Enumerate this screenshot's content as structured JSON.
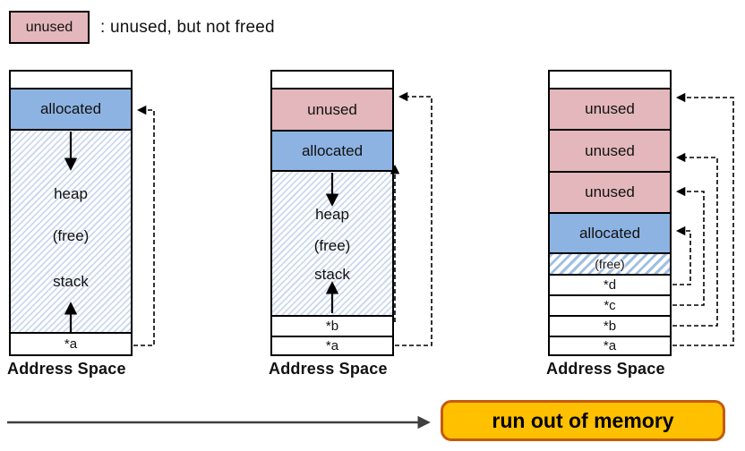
{
  "legend": {
    "swatch_label": "unused",
    "description": ": unused, but not freed"
  },
  "columns": [
    {
      "title": "Address Space",
      "allocated_label": "allocated",
      "heap_label": "heap",
      "free_label": "(free)",
      "stack_label": "stack",
      "pointers": [
        "*a"
      ]
    },
    {
      "title": "Address Space",
      "unused_label": "unused",
      "allocated_label": "allocated",
      "heap_label": "heap",
      "free_label": "(free)",
      "stack_label": "stack",
      "pointers": [
        "*b",
        "*a"
      ]
    },
    {
      "title": "Address Space",
      "unused_label_1": "unused",
      "unused_label_2": "unused",
      "unused_label_3": "unused",
      "allocated_label": "allocated",
      "free_label": "(free)",
      "pointers": [
        "*d",
        "*c",
        "*b",
        "*a"
      ]
    }
  ],
  "result": {
    "label": "run out of memory"
  },
  "colors": {
    "unused": "#E3B7BB",
    "allocated": "#8DB3E2",
    "hatch_stripe": "#CCD9EE",
    "free_hatch_stripe": "#9FBFE2",
    "result_fill": "#FFC000",
    "result_border": "#C55A11"
  }
}
